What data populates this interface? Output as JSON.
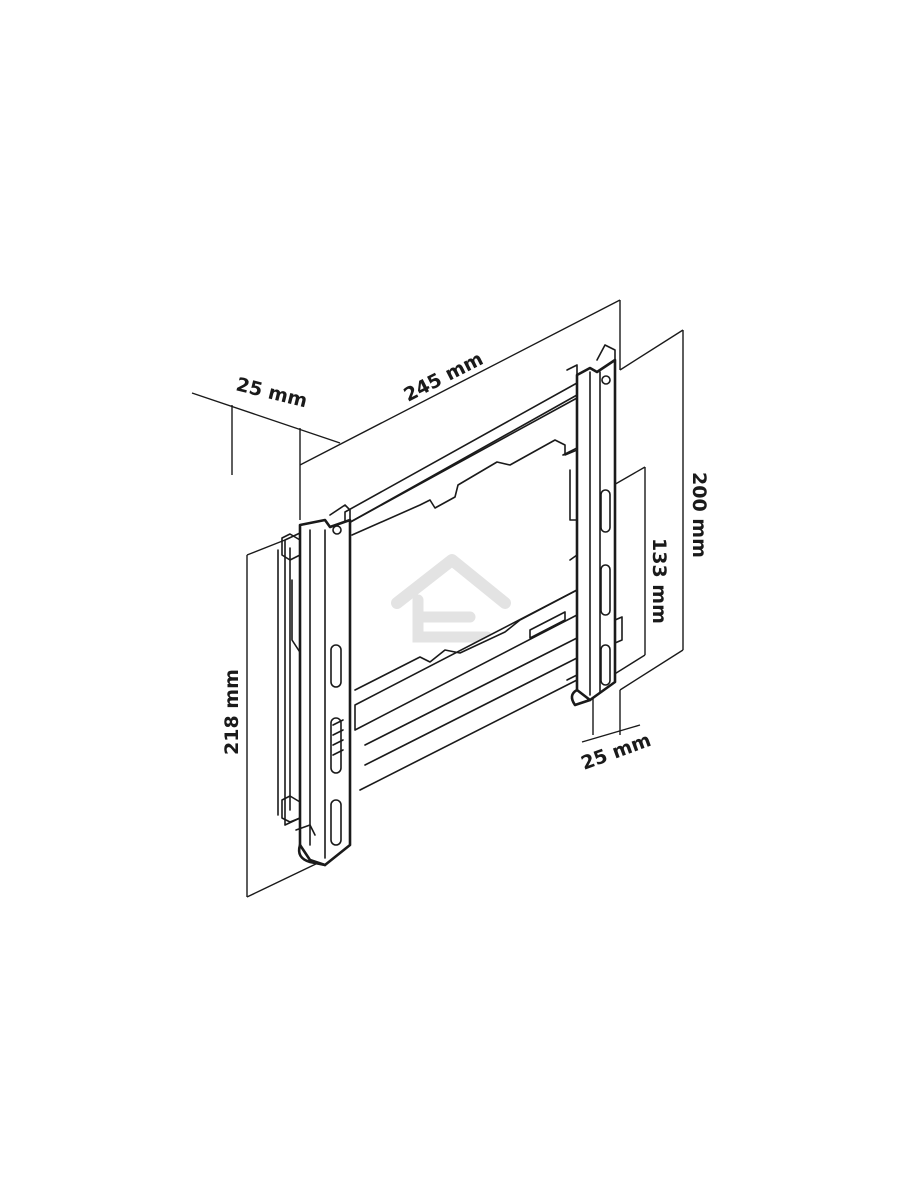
{
  "dimensions": {
    "overall_width": "245 mm",
    "depth_top": "25 mm",
    "overall_height": "200 mm",
    "slot_spacing": "133 mm",
    "depth_bottom": "25 mm",
    "left_height": "218 mm"
  },
  "icons": {
    "watermark": "house-logo-icon",
    "product": "tv-wall-mount-bracket-icon"
  },
  "colors": {
    "line": "#1a1a1a",
    "background": "#ffffff",
    "watermark": "#e0e0e0"
  }
}
